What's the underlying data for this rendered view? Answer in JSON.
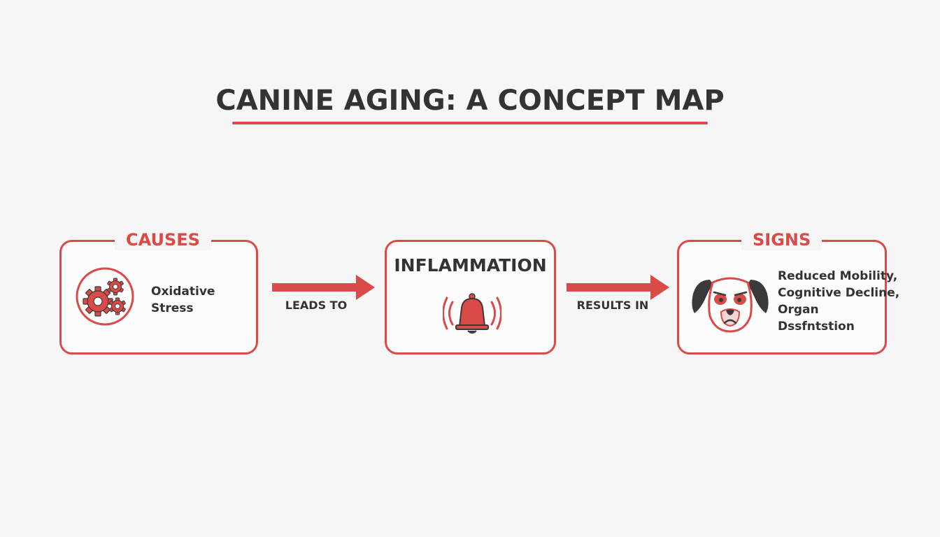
{
  "title": "CANINE AGING: A CONCEPT MAP",
  "colors": {
    "accent": "#d94a48",
    "text": "#333333",
    "background": "#f6f6f6",
    "dark_fill": "#3a3a3a"
  },
  "nodes": {
    "causes": {
      "label": "CAUSES",
      "icon": "gears-icon",
      "text_lines": [
        "Oxidative",
        "Stress"
      ]
    },
    "inflammation": {
      "label": "INFLAMMATION",
      "icon": "alarm-bell-icon"
    },
    "signs": {
      "label": "SIGNS",
      "icon": "sad-dog-icon",
      "text_lines": [
        "Reduced Mobility,",
        "Cognitive Decline,",
        "Organ",
        "Dssfntstion"
      ]
    }
  },
  "edges": [
    {
      "from": "causes",
      "to": "inflammation",
      "label": "LEADS TO"
    },
    {
      "from": "inflammation",
      "to": "signs",
      "label": "RESULTS IN"
    }
  ]
}
